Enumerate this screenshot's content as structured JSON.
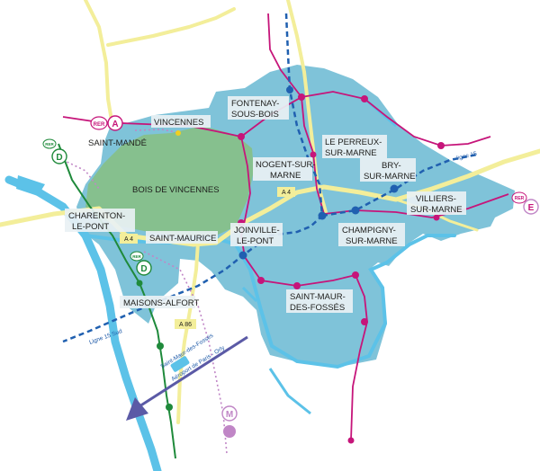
{
  "map": {
    "colors": {
      "territory": "#7fc3d9",
      "wood": "#86c08e",
      "water": "#5cc2e8",
      "road": "#f3ee9a",
      "rer_a": "#c6157a",
      "rer_d": "#1f8a3b",
      "line15": "#2060b0",
      "dotted": "#c086c6",
      "arrow": "#5b5aa6"
    },
    "labels": {
      "vincennes": "VINCENNES",
      "saint_mande": "SAINT-MANDÉ",
      "fontenay": [
        "FONTENAY-",
        "SOUS-BOIS"
      ],
      "perreux": [
        "LE PERREUX-",
        "SUR-MARNE"
      ],
      "nogent": [
        "NOGENT-SUR-",
        "MARNE"
      ],
      "bry": [
        "BRY-",
        "SUR-MARNE"
      ],
      "villiers": [
        "VILLIERS-",
        "SUR-MARNE"
      ],
      "bois": "BOIS DE VINCENNES",
      "charenton": [
        "CHARENTON-",
        "LE-PONT"
      ],
      "saint_maurice": "SAINT-MAURICE",
      "joinville": [
        "JOINVILLE-",
        "LE-PONT"
      ],
      "champigny": [
        "CHAMPIGNY-",
        "SUR-MARNE"
      ],
      "saint_maur": [
        "SAINT-MAUR-",
        "DES-FOSSÉS"
      ],
      "maisons_alfort": "MAISONS-ALFORT"
    },
    "roads": {
      "a4_east": "A 4",
      "a4_west": "A 4",
      "a86": "A 86"
    },
    "lines": {
      "ligne15_east": "ligne 15",
      "ligne15_sud": "Ligne 15 Sud",
      "orly_1": "Saint-Maur-des-Fossés",
      "orly_2": "Aéroport de Paris - Orly"
    },
    "badges": {
      "rer": "RER",
      "a": "A",
      "d": "D",
      "e": "E",
      "m": "M"
    }
  }
}
